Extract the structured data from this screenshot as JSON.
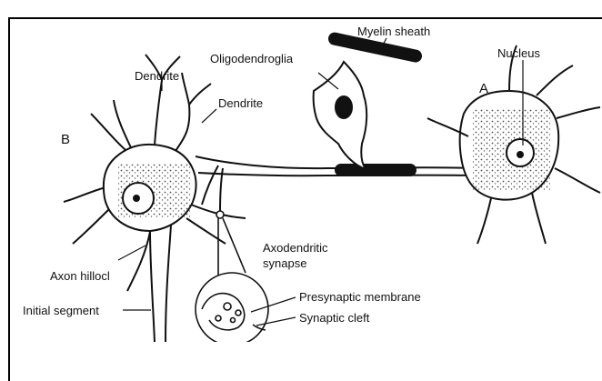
{
  "labels": {
    "myelin_sheath": "Myelin sheath",
    "oligodendroglia": "Oligodendroglia",
    "nucleus": "Nucleus",
    "dendrite_1": "Dendrite",
    "dendrite_2": "Dendrite",
    "cell_a": "A",
    "cell_b": "B",
    "axodendritic_1": "Axodendritic",
    "axodendritic_2": "synapse",
    "axon_hillock": "Axon hillocl",
    "initial_segment": "Initial segment",
    "presynaptic_membrane": "Presynaptic membrane",
    "synaptic_cleft": "Synaptic cleft"
  }
}
